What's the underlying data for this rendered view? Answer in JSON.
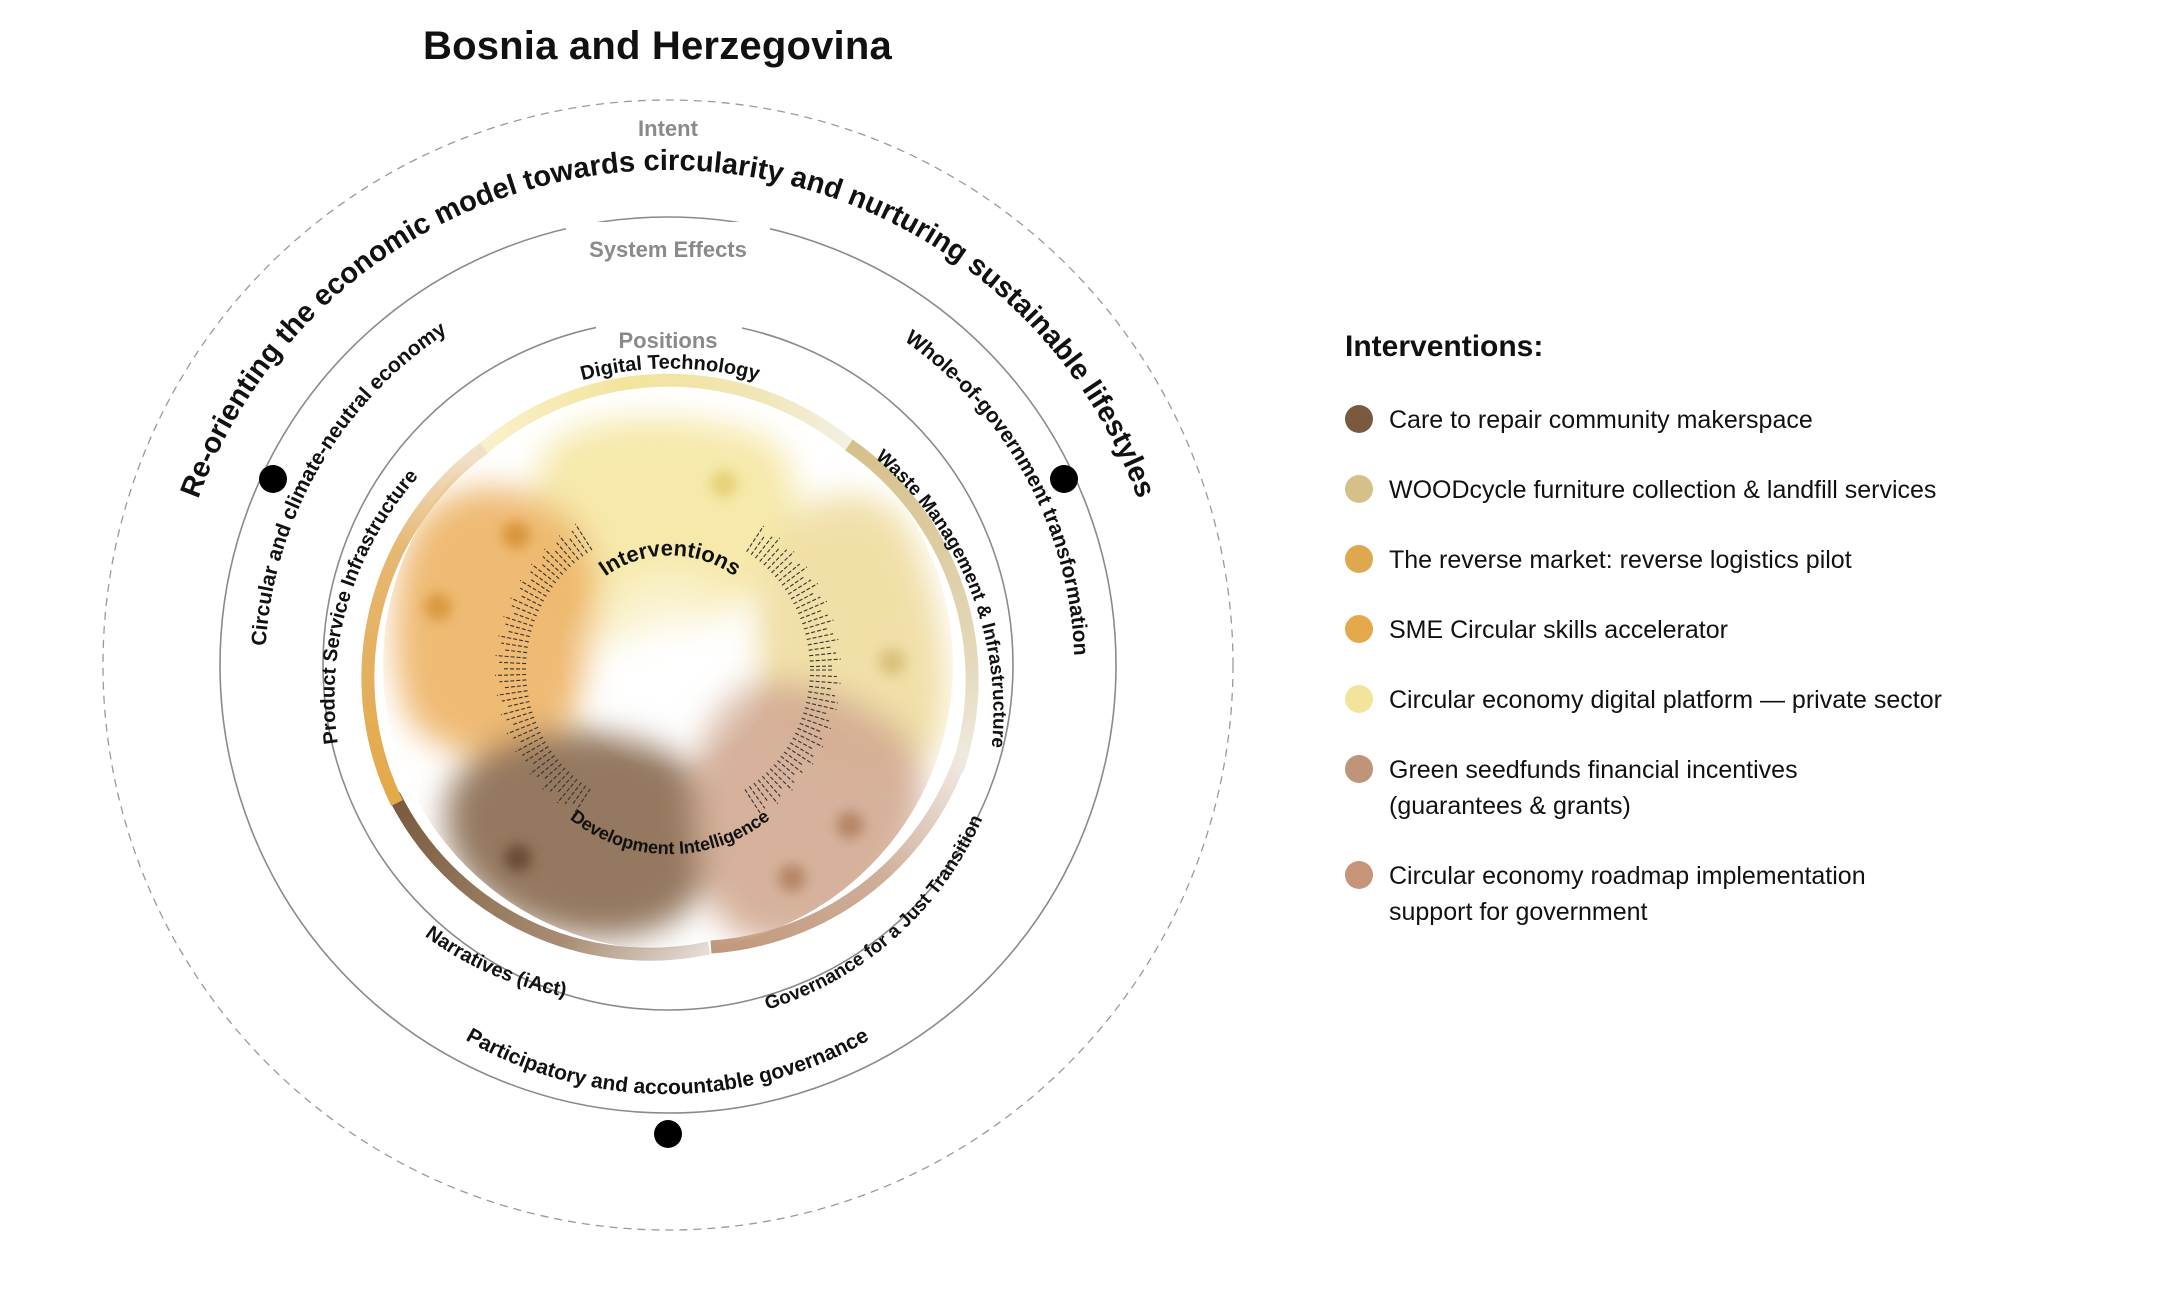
{
  "title": "Bosnia and Herzegovina",
  "rings": {
    "intent_label": "Intent",
    "intent_text": "Re-orienting the economic model towards circularity and nurturing sustainable lifestyles",
    "system_effects_label": "System Effects",
    "positions_label": "Positions",
    "interventions_label": "Interventions",
    "system_effects": [
      "Circular and climate-neutral economy",
      "Whole-of-government transformation",
      "Participatory and accountable governance"
    ],
    "positions": [
      "Digital Technology",
      "Waste Management & Infrastructure",
      "Governance for a Just Transition",
      "Narratives (iAct)",
      "Product Service Infrastructure"
    ],
    "center_label": "Development Intelligence"
  },
  "legend": {
    "title": "Interventions:",
    "items": [
      {
        "lines": [
          "Care to repair community makerspace"
        ],
        "color": "#7a5a3e"
      },
      {
        "lines": [
          "WOODcycle furniture collection & landfill services"
        ],
        "color": "#d6c08a"
      },
      {
        "lines": [
          "The reverse market: reverse logistics pilot"
        ],
        "color": "#e0a84e"
      },
      {
        "lines": [
          "SME Circular skills accelerator"
        ],
        "color": "#e3a94a"
      },
      {
        "lines": [
          "Circular economy digital platform — private sector"
        ],
        "color": "#f3e49c"
      },
      {
        "lines": [
          "Green seedfunds financial incentives",
          "(guarantees & grants)"
        ],
        "color": "#bf9478"
      },
      {
        "lines": [
          "Circular economy roadmap implementation",
          "support for government"
        ],
        "color": "#c69579"
      }
    ]
  },
  "colors": {
    "digital": "#f3e49c",
    "waste": "#d6c08a",
    "governance": "#bf9478",
    "narratives": "#7a5a3e",
    "product": "#e3a94a"
  }
}
